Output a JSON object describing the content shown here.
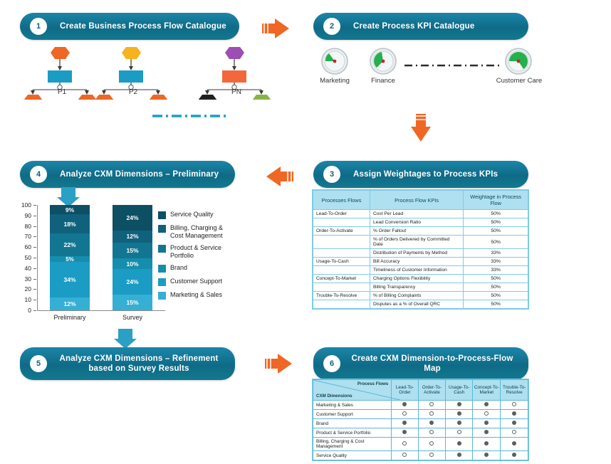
{
  "theme": {
    "header_teal": "#12788f",
    "orange": "#ef6724",
    "table_header_blue": "#aee0f0",
    "table_border": "#7ecbe4"
  },
  "steps": [
    {
      "number": "1",
      "title": "Create Business Process Flow Catalogue"
    },
    {
      "number": "2",
      "title": "Create Process KPI Catalogue"
    },
    {
      "number": "3",
      "title": "Assign Weightages to Process KPIs"
    },
    {
      "number": "4",
      "title": "Analyze CXM Dimensions – Preliminary"
    },
    {
      "number": "5",
      "title": "Analyze CXM Dimensions – Refinement based on Survey Results"
    },
    {
      "number": "6",
      "title": "Create CXM Dimension-to-Process-Flow Map"
    }
  ],
  "process_flows": {
    "items": [
      {
        "label": "P1",
        "top_color": "#ef6724",
        "box_color": "#1b9cc4",
        "leaf_left": "#ef6724",
        "leaf_right": "#ef6724"
      },
      {
        "label": "P2",
        "top_color": "#f5b320",
        "box_color": "#1b9cc4",
        "leaf_left": "#ef6724",
        "leaf_right": "#ef6724"
      },
      {
        "label": "PN",
        "top_color": "#9b4fb5",
        "box_color": "#f2683c",
        "leaf_left": "#231f20",
        "leaf_right": "#86b44a"
      }
    ]
  },
  "kpi_catalogue": {
    "gauges": [
      {
        "label": "Marketing",
        "value": 30
      },
      {
        "label": "Finance",
        "value": 45
      },
      {
        "label": "Customer Care",
        "value": 80
      }
    ]
  },
  "kpi_table": {
    "headers": [
      "Processes Flows",
      "Process Flow KPIs",
      "Weightage in Process Flow"
    ],
    "rows": [
      {
        "flow": "Lead-To-Order",
        "kpi": "Cost Per Lead",
        "weight": "50%"
      },
      {
        "flow": "",
        "kpi": "Lead Conversion Ratio",
        "weight": "50%"
      },
      {
        "flow": "Order-To-Activate",
        "kpi": "% Order Fallout",
        "weight": "50%"
      },
      {
        "flow": "",
        "kpi": "% of Orders Delivered by Committed Date",
        "weight": "50%"
      },
      {
        "flow": "",
        "kpi": "Distribution of Payments by Method",
        "weight": "33%"
      },
      {
        "flow": "Usage-To-Cash",
        "kpi": "Bill Accuracy",
        "weight": "33%"
      },
      {
        "flow": "",
        "kpi": "Timeliness of Customer Information",
        "weight": "33%"
      },
      {
        "flow": "Concept-To-Market",
        "kpi": "Charging Options Flexibility",
        "weight": "50%"
      },
      {
        "flow": "",
        "kpi": "Billing Transparency",
        "weight": "50%"
      },
      {
        "flow": "Trouble-To-Resolve",
        "kpi": "% of Billing Complaints",
        "weight": "50%"
      },
      {
        "flow": "",
        "kpi": "Disputes as a % of Overall QRC",
        "weight": "50%"
      }
    ]
  },
  "chart_data": {
    "type": "bar",
    "subtype": "stacked-column",
    "title": "",
    "xlabel": "",
    "ylabel": "",
    "ylim": [
      0,
      100
    ],
    "yticks": [
      0,
      10,
      20,
      30,
      40,
      50,
      60,
      70,
      80,
      90,
      100
    ],
    "grid": false,
    "legend_position": "right",
    "categories": [
      "Preliminary",
      "Survey"
    ],
    "series": [
      {
        "name": "Service Quality",
        "color": "#0d4f63",
        "values": [
          9,
          24
        ]
      },
      {
        "name": "Billing, Charging & Cost Management",
        "color": "#10627c",
        "values": [
          18,
          12
        ]
      },
      {
        "name": "Product & Service Portfolio",
        "color": "#127693",
        "values": [
          22,
          15
        ]
      },
      {
        "name": "Brand",
        "color": "#158ead",
        "values": [
          5,
          10
        ]
      },
      {
        "name": "Customer Support",
        "color": "#1b9cc4",
        "values": [
          34,
          24
        ]
      },
      {
        "name": "Marketing & Sales",
        "color": "#35afd4",
        "values": [
          12,
          15
        ]
      }
    ],
    "labels": {
      "Preliminary": [
        "9%",
        "18%",
        "22%",
        "5%",
        "34%",
        "12%"
      ],
      "Survey": [
        "24%",
        "12%",
        "15%",
        "10%",
        "24%",
        "15%"
      ]
    }
  },
  "matrix": {
    "corner_process_flows": "Process Flows",
    "corner_cxm_dimensions": "CXM Dimensions",
    "columns": [
      "Lead-To-Order",
      "Order-To-Activate",
      "Usage-To-Cash",
      "Concept-To-Market",
      "Trouble-To-Resolve"
    ],
    "rows": [
      {
        "label": "Marketing & Sales",
        "cells": [
          "filled",
          "hollow",
          "filled",
          "filled",
          "hollow"
        ]
      },
      {
        "label": "Customer Support",
        "cells": [
          "hollow",
          "hollow",
          "filled",
          "hollow",
          "filled"
        ]
      },
      {
        "label": "Brand",
        "cells": [
          "filled",
          "filled",
          "filled",
          "filled",
          "filled"
        ]
      },
      {
        "label": "Product & Service Portfolio",
        "cells": [
          "filled",
          "hollow",
          "hollow",
          "filled",
          "hollow"
        ]
      },
      {
        "label": "Billing, Charging & Cost Management",
        "cells": [
          "hollow",
          "hollow",
          "filled",
          "filled",
          "filled"
        ]
      },
      {
        "label": "Service Quality",
        "cells": [
          "hollow",
          "hollow",
          "filled",
          "filled",
          "filled"
        ]
      }
    ]
  }
}
